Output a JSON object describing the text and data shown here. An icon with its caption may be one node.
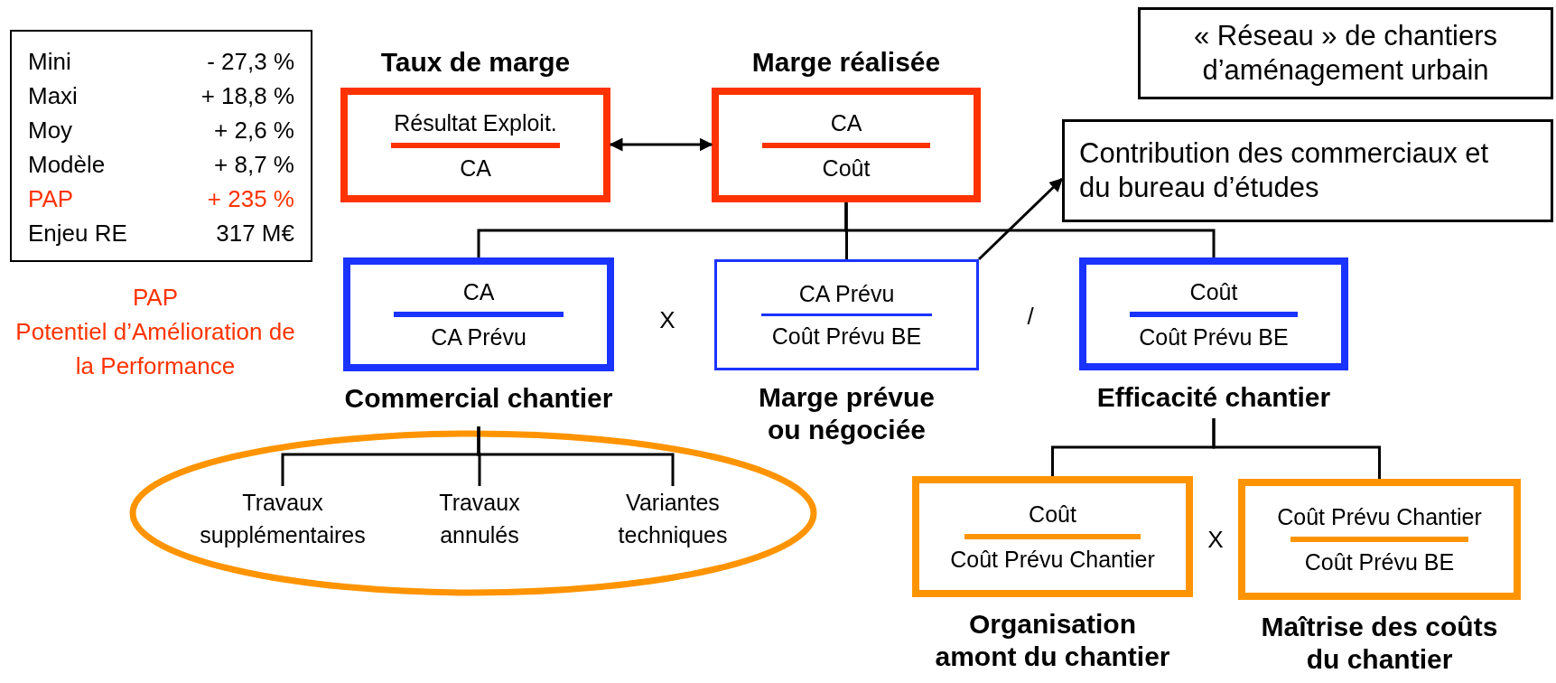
{
  "diagram": {
    "nodes": [
      {
        "text": [
          "Mini",
          "- 27,3 %",
          "Maxi",
          "+ 18,8 %",
          "Moy",
          "+ 2,6 %",
          "Modèle",
          "+ 8,7 %",
          "PAP",
          "+ 235 %",
          "Enjeu RE",
          "317 M€"
        ]
      },
      {
        "text": [
          "Taux de marge",
          "Résultat Exploit.",
          "CA"
        ]
      },
      {
        "text": [
          "Marge réalisée",
          "CA",
          "Coût"
        ]
      },
      {
        "text": [
          "« Réseau » de chantiers d’aménagement urbain"
        ]
      },
      {
        "text": [
          "Contribution des commerciaux et du bureau d’études"
        ]
      },
      {
        "text": [
          "CA",
          "CA Prévu",
          "Commercial chantier"
        ]
      },
      {
        "text": [
          "CA Prévu",
          "Coût Prévu BE",
          "Marge prévue ou négociée"
        ]
      },
      {
        "text": [
          "Coût",
          "Coût Prévu BE",
          "Efficacité chantier"
        ]
      },
      {
        "text": [],
        "shape": "ellipse"
      },
      {
        "text": [
          "Travaux supplémentaires"
        ],
        "in": 8
      },
      {
        "text": [
          "Travaux annulés"
        ],
        "in": 8
      },
      {
        "text": [
          "Variantes techniques"
        ],
        "in": 8
      },
      {
        "text": [
          "Coût",
          "Coût Prévu Chantier",
          "Organisation amont du chantier"
        ]
      },
      {
        "text": [
          "Coût Prévu Chantier",
          "Coût Prévu BE",
          "Maîtrise des coûts du chantier"
        ]
      }
    ],
    "edges": [
      {
        "from": 1,
        "to": 2,
        "arrow": "both"
      },
      {
        "from": 6,
        "to": 4,
        "arrow": "to"
      },
      {
        "from": 2,
        "to": 5,
        "arrow": "none"
      },
      {
        "from": 2,
        "to": 6,
        "arrow": "none"
      },
      {
        "from": 2,
        "to": 7,
        "arrow": "none"
      },
      {
        "from": 5,
        "to": 9,
        "arrow": "none"
      },
      {
        "from": 5,
        "to": 10,
        "arrow": "none"
      },
      {
        "from": 5,
        "to": 11,
        "arrow": "none"
      },
      {
        "from": 7,
        "to": 12,
        "arrow": "none"
      },
      {
        "from": 7,
        "to": 13,
        "arrow": "none"
      }
    ],
    "labels": [
      "PAP",
      "Potentiel d’Amélioration de la Performance",
      "X",
      "/",
      "X"
    ]
  }
}
